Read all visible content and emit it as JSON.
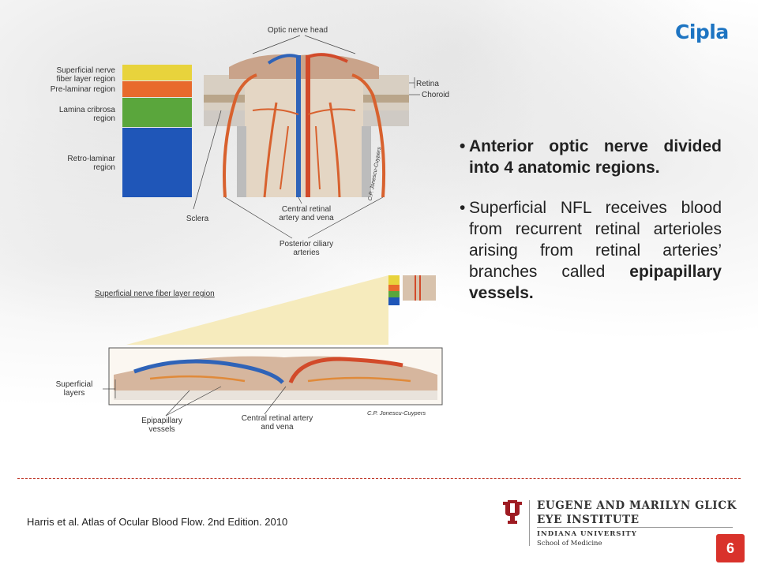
{
  "brand": {
    "logo_text": "Cipla",
    "logo_color": "#1d74c2"
  },
  "figure_top": {
    "labels": {
      "optic_nerve_head": "Optic nerve head",
      "superficial_nfl_region": "Superficial nerve fiber layer region",
      "pre_laminar_region": "Pre-laminar region",
      "lamina_cribrosa_region": "Lamina cribrosa region",
      "retro_laminar_region": "Retro-laminar region",
      "retina": "Retina",
      "choroid": "Choroid",
      "sclera": "Sclera",
      "central_retinal_artery_vena": "Central retinal artery and vena",
      "posterior_ciliary_arteries": "Posterior ciliary arteries",
      "artist_signature": "C.P. Jonescu-Cuypers"
    },
    "region_colors": {
      "nfl": "#e8d33c",
      "pre_laminar": "#e86a2c",
      "lamina": "#5aa63c",
      "retro_laminar": "#1f56b8"
    }
  },
  "figure_bottom": {
    "labels": {
      "superficial_nfl_region": "Superficial nerve fiber layer region",
      "superficial_layers": "Superficial layers",
      "epipapillary_vessels": "Epipapillary vessels",
      "central_retinal_artery_vena": "Central retinal artery and vena",
      "artist_signature": "C.P. Jonescu-Cuypers"
    }
  },
  "bullets": [
    {
      "text": "Anterior optic nerve divided into 4 anatomic regions."
    },
    {
      "text": "Superficial NFL receives blood from recurrent retinal arterioles arising from retinal arteries’ branches called ",
      "bold_tail": "epipapillary vessels."
    }
  ],
  "bullet_symbol": "•",
  "footer": {
    "citation": "Harris et al. Atlas of Ocular Blood Flow. 2nd Edition. 2010",
    "institute": {
      "line1": "EUGENE AND MARILYN GLICK",
      "line2": "EYE INSTITUTE",
      "line3": "INDIANA UNIVERSITY",
      "line4": "School of Medicine",
      "trident_color": "#9e1b22"
    },
    "page_number": "6",
    "page_badge_color": "#d9322b"
  }
}
